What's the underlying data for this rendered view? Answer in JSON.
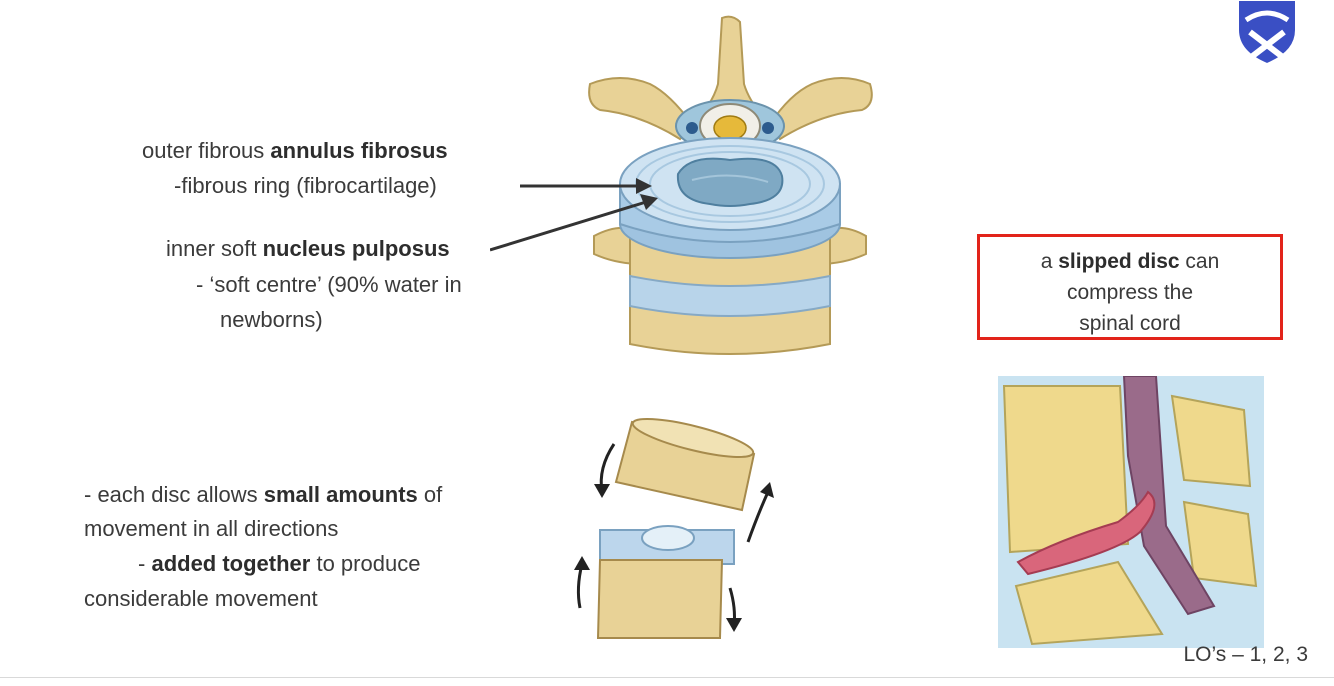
{
  "annulus": {
    "prefix": "outer fibrous ",
    "bold": "annulus fibrosus",
    "line2": "-fibrous ring (fibrocartilage)"
  },
  "nucleus": {
    "prefix": "inner soft ",
    "bold": "nucleus pulposus",
    "line2": "- ‘soft centre’ (90% water in",
    "line3": "newborns)"
  },
  "movement": {
    "l1_prefix": "- each disc allows ",
    "l1_bold": "small amounts",
    "l1_suffix": " of",
    "l2": "movement in all directions",
    "l3_prefix": "- ",
    "l3_bold": "added together",
    "l3_suffix": " to produce",
    "l4": "considerable movement"
  },
  "callout": {
    "l1_prefix": "a ",
    "l1_bold": "slipped disc",
    "l1_suffix": " can",
    "l2": "compress the",
    "l3": "spinal cord"
  },
  "footer": {
    "lo_label": "LO’s – 1,  2, 3"
  },
  "colors": {
    "callout_border": "#e2231a",
    "logo_blue": "#3a4fc4",
    "title_blue": "#4457c9"
  }
}
